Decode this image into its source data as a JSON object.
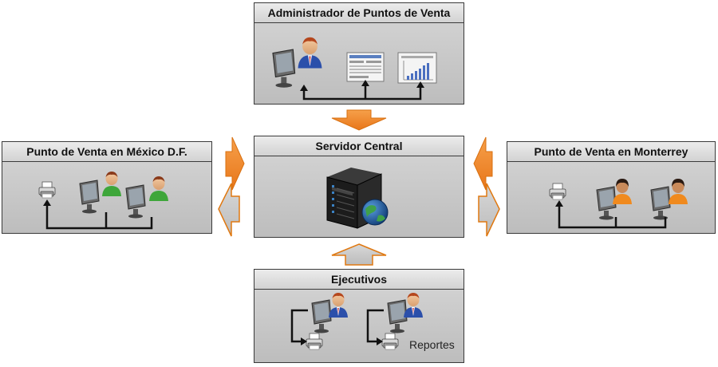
{
  "nodes": {
    "admin": {
      "title": "Administrador de Puntos de Venta"
    },
    "server": {
      "title": "Servidor Central"
    },
    "mexico": {
      "title": "Punto de Venta en  México D.F."
    },
    "monterrey": {
      "title": "Punto de Venta en  Monterrey"
    },
    "ejecutivos": {
      "title": "Ejecutivos",
      "reports_label": "Reportes"
    }
  },
  "colors": {
    "arrow_orange": "#f08a1e",
    "arrow_outline": "#e07810",
    "panel_bg": "#c8c8c8",
    "header_bg": "#e0e0e0"
  },
  "icons": [
    "user-at-computer-icon",
    "screen-thumbnail-icon",
    "chart-thumbnail-icon",
    "server-tower-icon",
    "globe-icon",
    "printer-icon"
  ]
}
